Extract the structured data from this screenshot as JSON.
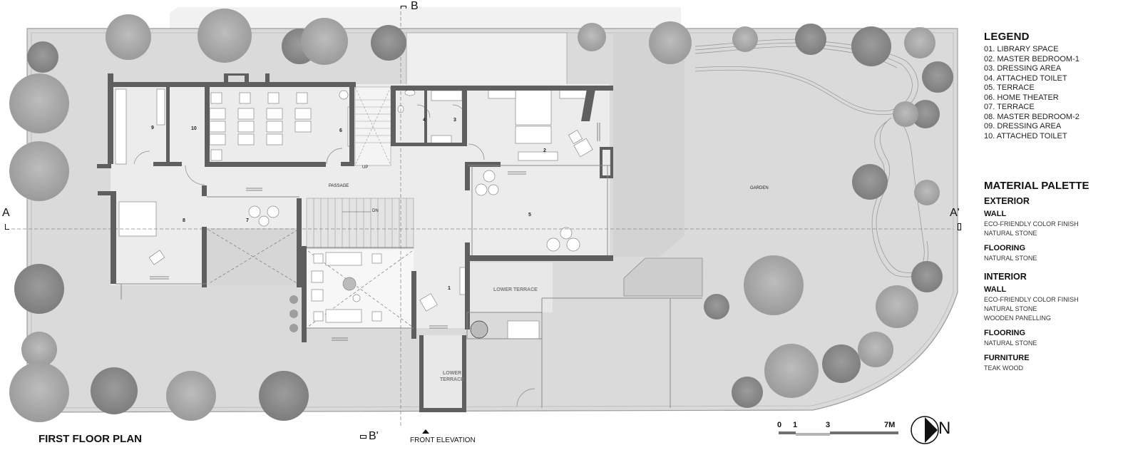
{
  "drawing": {
    "title": "FIRST FLOOR PLAN",
    "front_elevation_label": "FRONT ELEVATION",
    "section_markers": {
      "a_start": "A",
      "a_end": "A'",
      "b_start": "B",
      "b_end": "B'"
    },
    "colors": {
      "wall": "#5f5f5f",
      "garden": "#d9d9d9",
      "floor": "#ececec",
      "tree_light": "#a9a9a9",
      "tree_dark": "#8a8a8a"
    }
  },
  "rooms": {
    "r1": "1",
    "r2": "2",
    "r3": "3",
    "r4": "4",
    "r5": "5",
    "r6": "6",
    "r7": "7",
    "r8": "8",
    "r9": "9",
    "r10": "10",
    "passage": "PASSAGE",
    "up": "UP",
    "dn": "DN",
    "garden": "GARDEN",
    "lower_terrace_1": "LOWER TERRACE",
    "lower_terrace_2_line1": "LOWER",
    "lower_terrace_2_line2": "TERRACE"
  },
  "legend": {
    "title": "LEGEND",
    "items": [
      "01. LIBRARY SPACE",
      "02. MASTER  BEDROOM-1",
      "03. DRESSING AREA",
      "04. ATTACHED TOILET",
      "05. TERRACE",
      "06. HOME THEATER",
      "07. TERRACE",
      "08. MASTER  BEDROOM-2",
      "09. DRESSING AREA",
      "10. ATTACHED TOILET"
    ]
  },
  "material_palette": {
    "title": "MATERIAL PALETTE",
    "exterior": {
      "label": "EXTERIOR",
      "wall": {
        "label": "WALL",
        "items": [
          "ECO-FRIENDLY COLOR FINISH",
          "NATURAL STONE"
        ]
      },
      "flooring": {
        "label": "FLOORING",
        "items": [
          "NATURAL STONE"
        ]
      }
    },
    "interior": {
      "label": "INTERIOR",
      "wall": {
        "label": "WALL",
        "items": [
          "ECO-FRIENDLY COLOR FINISH",
          "NATURAL STONE",
          "WOODEN PANELLING"
        ]
      },
      "flooring": {
        "label": "FLOORING",
        "items": [
          "NATURAL STONE"
        ]
      },
      "furniture": {
        "label": "FURNITURE",
        "items": [
          "TEAK WOOD"
        ]
      }
    }
  },
  "scale_bar": {
    "ticks": [
      "0",
      "1",
      "3",
      "7M"
    ]
  },
  "north_arrow": {
    "label": "N",
    "icon": "north-arrow-icon"
  }
}
